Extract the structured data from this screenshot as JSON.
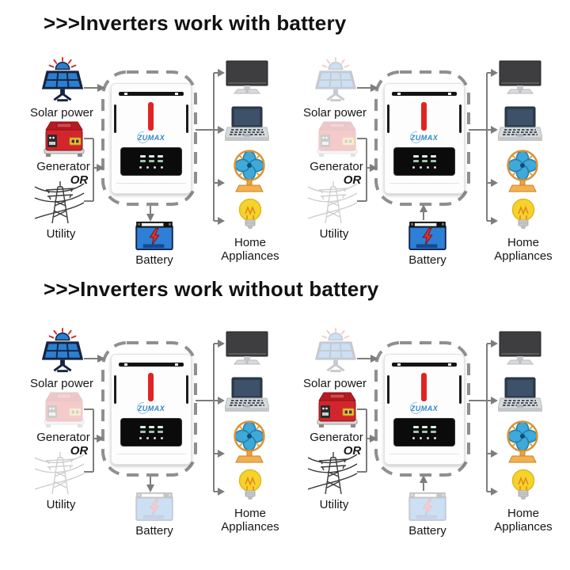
{
  "sections": [
    {
      "title": ">>>Inverters work with battery"
    },
    {
      "title": ">>>Inverters work without battery"
    }
  ],
  "labels": {
    "solar": "Solar power",
    "generator": "Generator",
    "or": "OR",
    "utility": "Utility",
    "battery": "Battery",
    "home_line1": "Home",
    "home_line2": "Appliances"
  },
  "brand": "ZUMAX",
  "icon_names": {
    "solar-panel-icon": "solar panel with sun",
    "generator-icon": "portable fuel generator",
    "utility-icon": "utility power transmission tower",
    "inverter-unit": "ZUMAX hybrid inverter with LED display",
    "battery-icon": "battery with lightning bolt",
    "monitor-icon": "desktop monitor",
    "laptop-icon": "laptop computer",
    "fan-icon": "table fan",
    "bulb-icon": "light bulb"
  },
  "colors": {
    "title": "#111111",
    "dashed_border": "#8f8f8f",
    "connector": "#7d7d7d",
    "solar_blue": "#2b7fd0",
    "panel_frame": "#16243f",
    "generator_red": "#d2262c",
    "utility_gray": "#3a3a3a",
    "battery_blue": "#2e7fd6",
    "bolt_red": "#e03030",
    "stripe_red": "#e02424",
    "brand_blue": "#2f86c8",
    "fan_blue": "#3fa9d9",
    "fan_orange": "#f2b14d",
    "bulb_yellow": "#f6d32b",
    "monitor_dark": "#3e3e40",
    "laptop_slate": "#2e3d4f"
  },
  "diagrams": [
    {
      "name": "with-battery-all-sources-charging",
      "solar_active": true,
      "generator_active": true,
      "utility_active": true,
      "battery_active": true,
      "battery_arrow": "down"
    },
    {
      "name": "with-battery-discharge-mode",
      "solar_active": false,
      "generator_active": false,
      "utility_active": false,
      "battery_active": true,
      "battery_arrow": "up"
    },
    {
      "name": "without-battery-solar-mode",
      "solar_active": true,
      "generator_active": false,
      "utility_active": false,
      "battery_active": false,
      "battery_arrow": "down"
    },
    {
      "name": "without-battery-generator-utility",
      "solar_active": false,
      "generator_active": true,
      "utility_active": true,
      "battery_active": false,
      "battery_arrow": "up"
    }
  ],
  "appliances": [
    "monitor",
    "laptop",
    "fan",
    "bulb"
  ]
}
